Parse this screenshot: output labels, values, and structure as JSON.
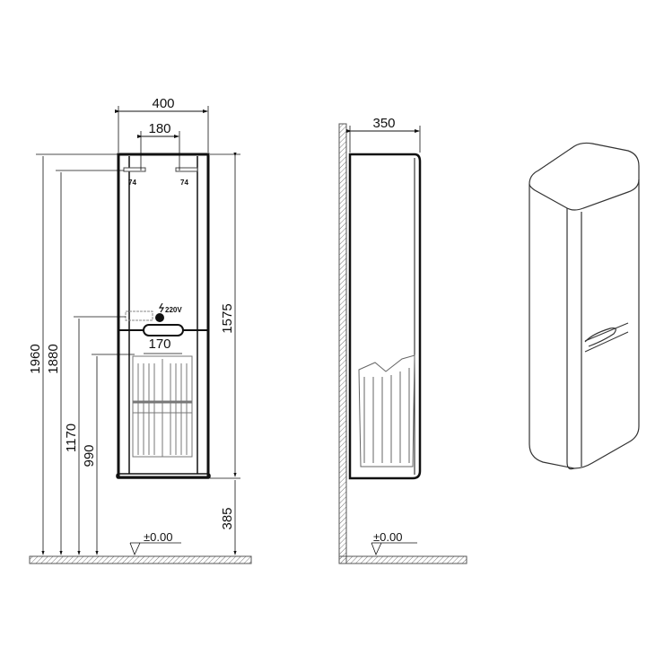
{
  "front_view": {
    "width_overall": "400",
    "width_hangers": "180",
    "hanger_left": "74",
    "hanger_right": "74",
    "socket_voltage": "220V",
    "basket_width": "170",
    "height_total": "1960",
    "height_hanger": "1880",
    "height_socket": "1170",
    "height_basket": "990",
    "cabinet_height": "1575",
    "floor_clearance": "385",
    "floor_level": "±0.00"
  },
  "side_view": {
    "depth": "350",
    "floor_level": "±0.00"
  },
  "colors": {
    "line": "#111111",
    "hatch": "#777777"
  }
}
